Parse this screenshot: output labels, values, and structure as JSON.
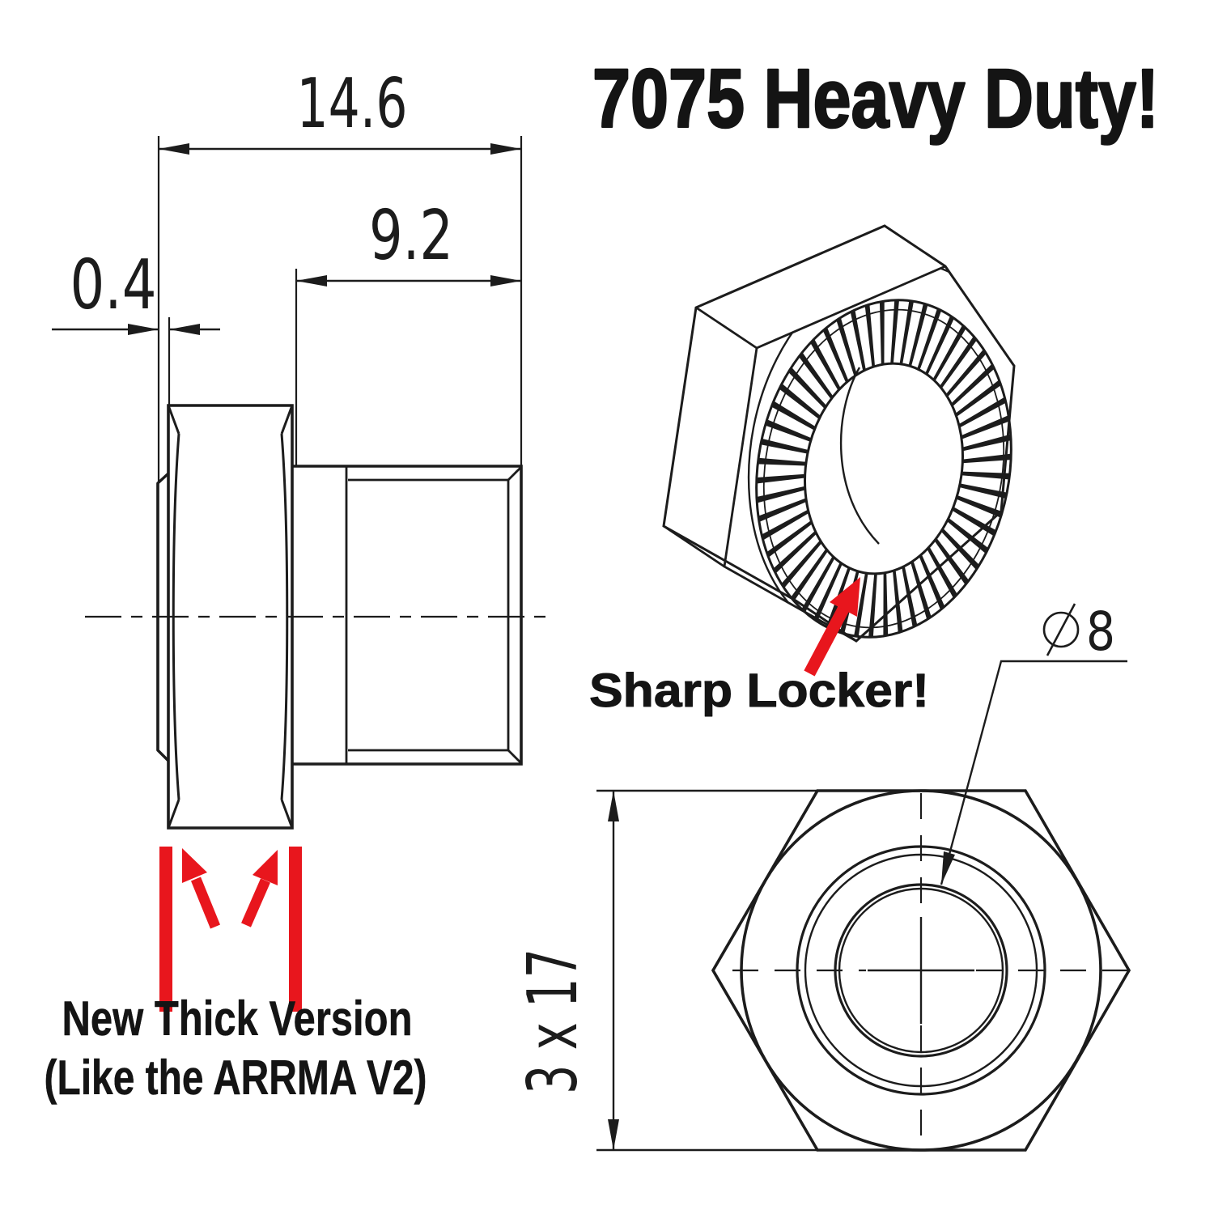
{
  "title": {
    "text": "7075 Heavy Duty!"
  },
  "annotations": {
    "sharp_locker": "Sharp Locker!",
    "thick_version_line1": "New Thick Version",
    "thick_version_line2": "(Like the ARRMA V2)"
  },
  "side_view": {
    "dim_overall_width": "14.6",
    "dim_barrel_length": "9.2",
    "dim_flange_lip": "0.4"
  },
  "front_view": {
    "dim_thread_spec": "3 x 17",
    "bore_diameter_value": "8"
  },
  "colors": {
    "line": "#1c1c1c",
    "accent_red": "#e8161d",
    "text": "#141414"
  }
}
